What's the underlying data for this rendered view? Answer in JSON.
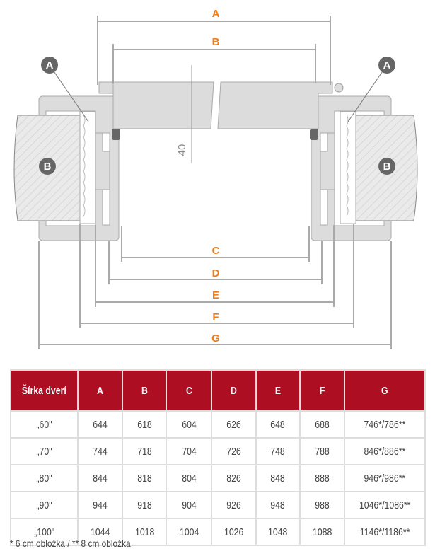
{
  "diagram": {
    "dimension_labels": [
      "A",
      "B",
      "C",
      "D",
      "E",
      "F",
      "G"
    ],
    "part_labels": {
      "seal": "A",
      "wall": "B"
    },
    "gap_label": "40",
    "accent_color": "#ef7d1a"
  },
  "table": {
    "header_color": "#ad0e22",
    "headers": [
      "Šírka dverí",
      "A",
      "B",
      "C",
      "D",
      "E",
      "F",
      "G"
    ],
    "rows": [
      [
        "„60\"",
        "644",
        "618",
        "604",
        "626",
        "648",
        "688",
        "746*/786**"
      ],
      [
        "„70\"",
        "744",
        "718",
        "704",
        "726",
        "748",
        "788",
        "846*/886**"
      ],
      [
        "„80\"",
        "844",
        "818",
        "804",
        "826",
        "848",
        "888",
        "946*/986**"
      ],
      [
        "„90\"",
        "944",
        "918",
        "904",
        "926",
        "948",
        "988",
        "1046*/1086**"
      ],
      [
        "„100\"",
        "1044",
        "1018",
        "1004",
        "1026",
        "1048",
        "1088",
        "1146*/1186**"
      ]
    ]
  },
  "footnote": "* 6 cm obložka / ** 8 cm obložka"
}
